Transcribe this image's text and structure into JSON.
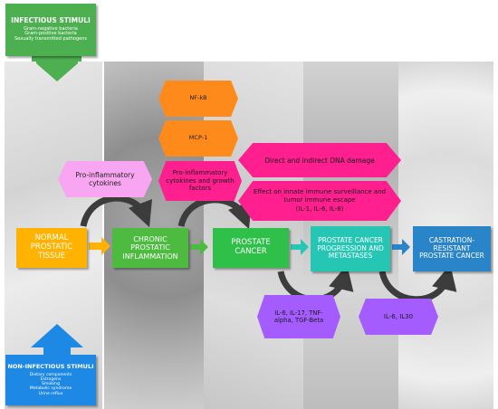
{
  "colors": {
    "infectious": "#4caf50",
    "non_infectious": "#1e88e5",
    "normal": "#ffb300",
    "chronic": "#4cbb3f",
    "prostate_cancer": "#2fc04a",
    "progression": "#26c6b5",
    "crpc": "#2a84c8",
    "pink": "#ff1f8e",
    "light_pink": "#f8a6f2",
    "orange": "#ff8a1c",
    "purple": "#a45cff",
    "dark_arrow": "#3c3c3c"
  },
  "infectious": {
    "title": "INFECTIOUS STIMULI",
    "items": [
      "Gram-negative bacteria",
      "Gram-positive bacteria",
      "Sexually transmitted pathogens"
    ]
  },
  "non_infectious": {
    "title": "NON-INFECTIOUS STIMULI",
    "items": [
      "Dietary components",
      "Estrogens",
      "Smoking",
      "Metabolic syndrome",
      "Urine reflux"
    ]
  },
  "stages": {
    "normal": "NORMAL PROSTATIC TISSUE",
    "chronic": "CHRONIC PROSTATIC INFLAMMATION",
    "cancer": "PROSTATE CANCER",
    "progression": "PROSTATE CANCER PROGRESSION AND METASTASES",
    "crpc": "CASTRATION-RESISTANT PROSTATE CANCER"
  },
  "mediators": {
    "nfkb": "NF-kB",
    "mcp1": "MCP-1",
    "pro_inflammatory_cytokines": "Pro-inflammatory cytokines",
    "pro_inflammatory_growth": "Pro-inflammatory cytokines and growth factors",
    "dna_damage": "Direct and indirect DNA damage",
    "immune_escape_line1": "Effect on innate immune surveillance and tumor immune escape",
    "immune_escape_line2": "(IL-1, IL-6, IL-8)",
    "il_group": "IL-6, IL-17, TNF-alpha, TGF-Beta",
    "il6_il30": "IL-6, IL30"
  }
}
